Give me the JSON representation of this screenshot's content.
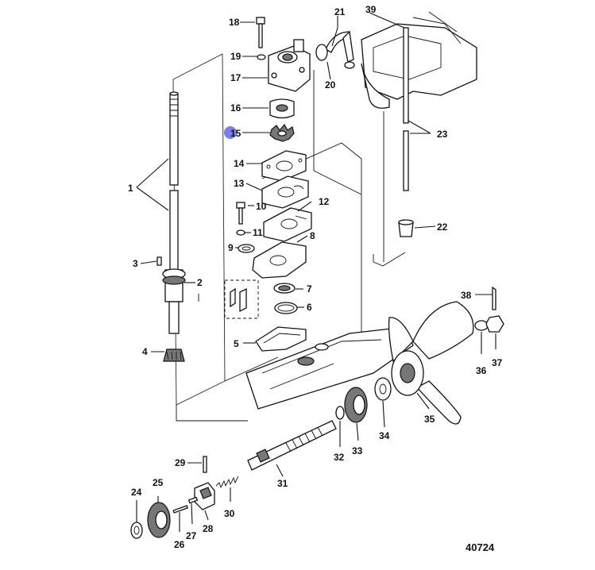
{
  "figure_number": "40724",
  "selection_marker_color": "#7b7ee8",
  "callouts": {
    "c1": "1",
    "c2": "2",
    "c3": "3",
    "c4": "4",
    "c5": "5",
    "c6": "6",
    "c7": "7",
    "c8": "8",
    "c9": "9",
    "c10": "10",
    "c11": "11",
    "c12": "12",
    "c13": "13",
    "c14": "14",
    "c15": "15",
    "c16": "16",
    "c17": "17",
    "c18": "18",
    "c19": "19",
    "c20": "20",
    "c21": "21",
    "c22": "22",
    "c23": "23",
    "c24": "24",
    "c25": "25",
    "c26": "26",
    "c27": "27",
    "c28": "28",
    "c29": "29",
    "c30": "30",
    "c31": "31",
    "c32": "32",
    "c33": "33",
    "c34": "34",
    "c35": "35",
    "c36": "36",
    "c37": "37",
    "c38": "38",
    "c39": "39"
  }
}
